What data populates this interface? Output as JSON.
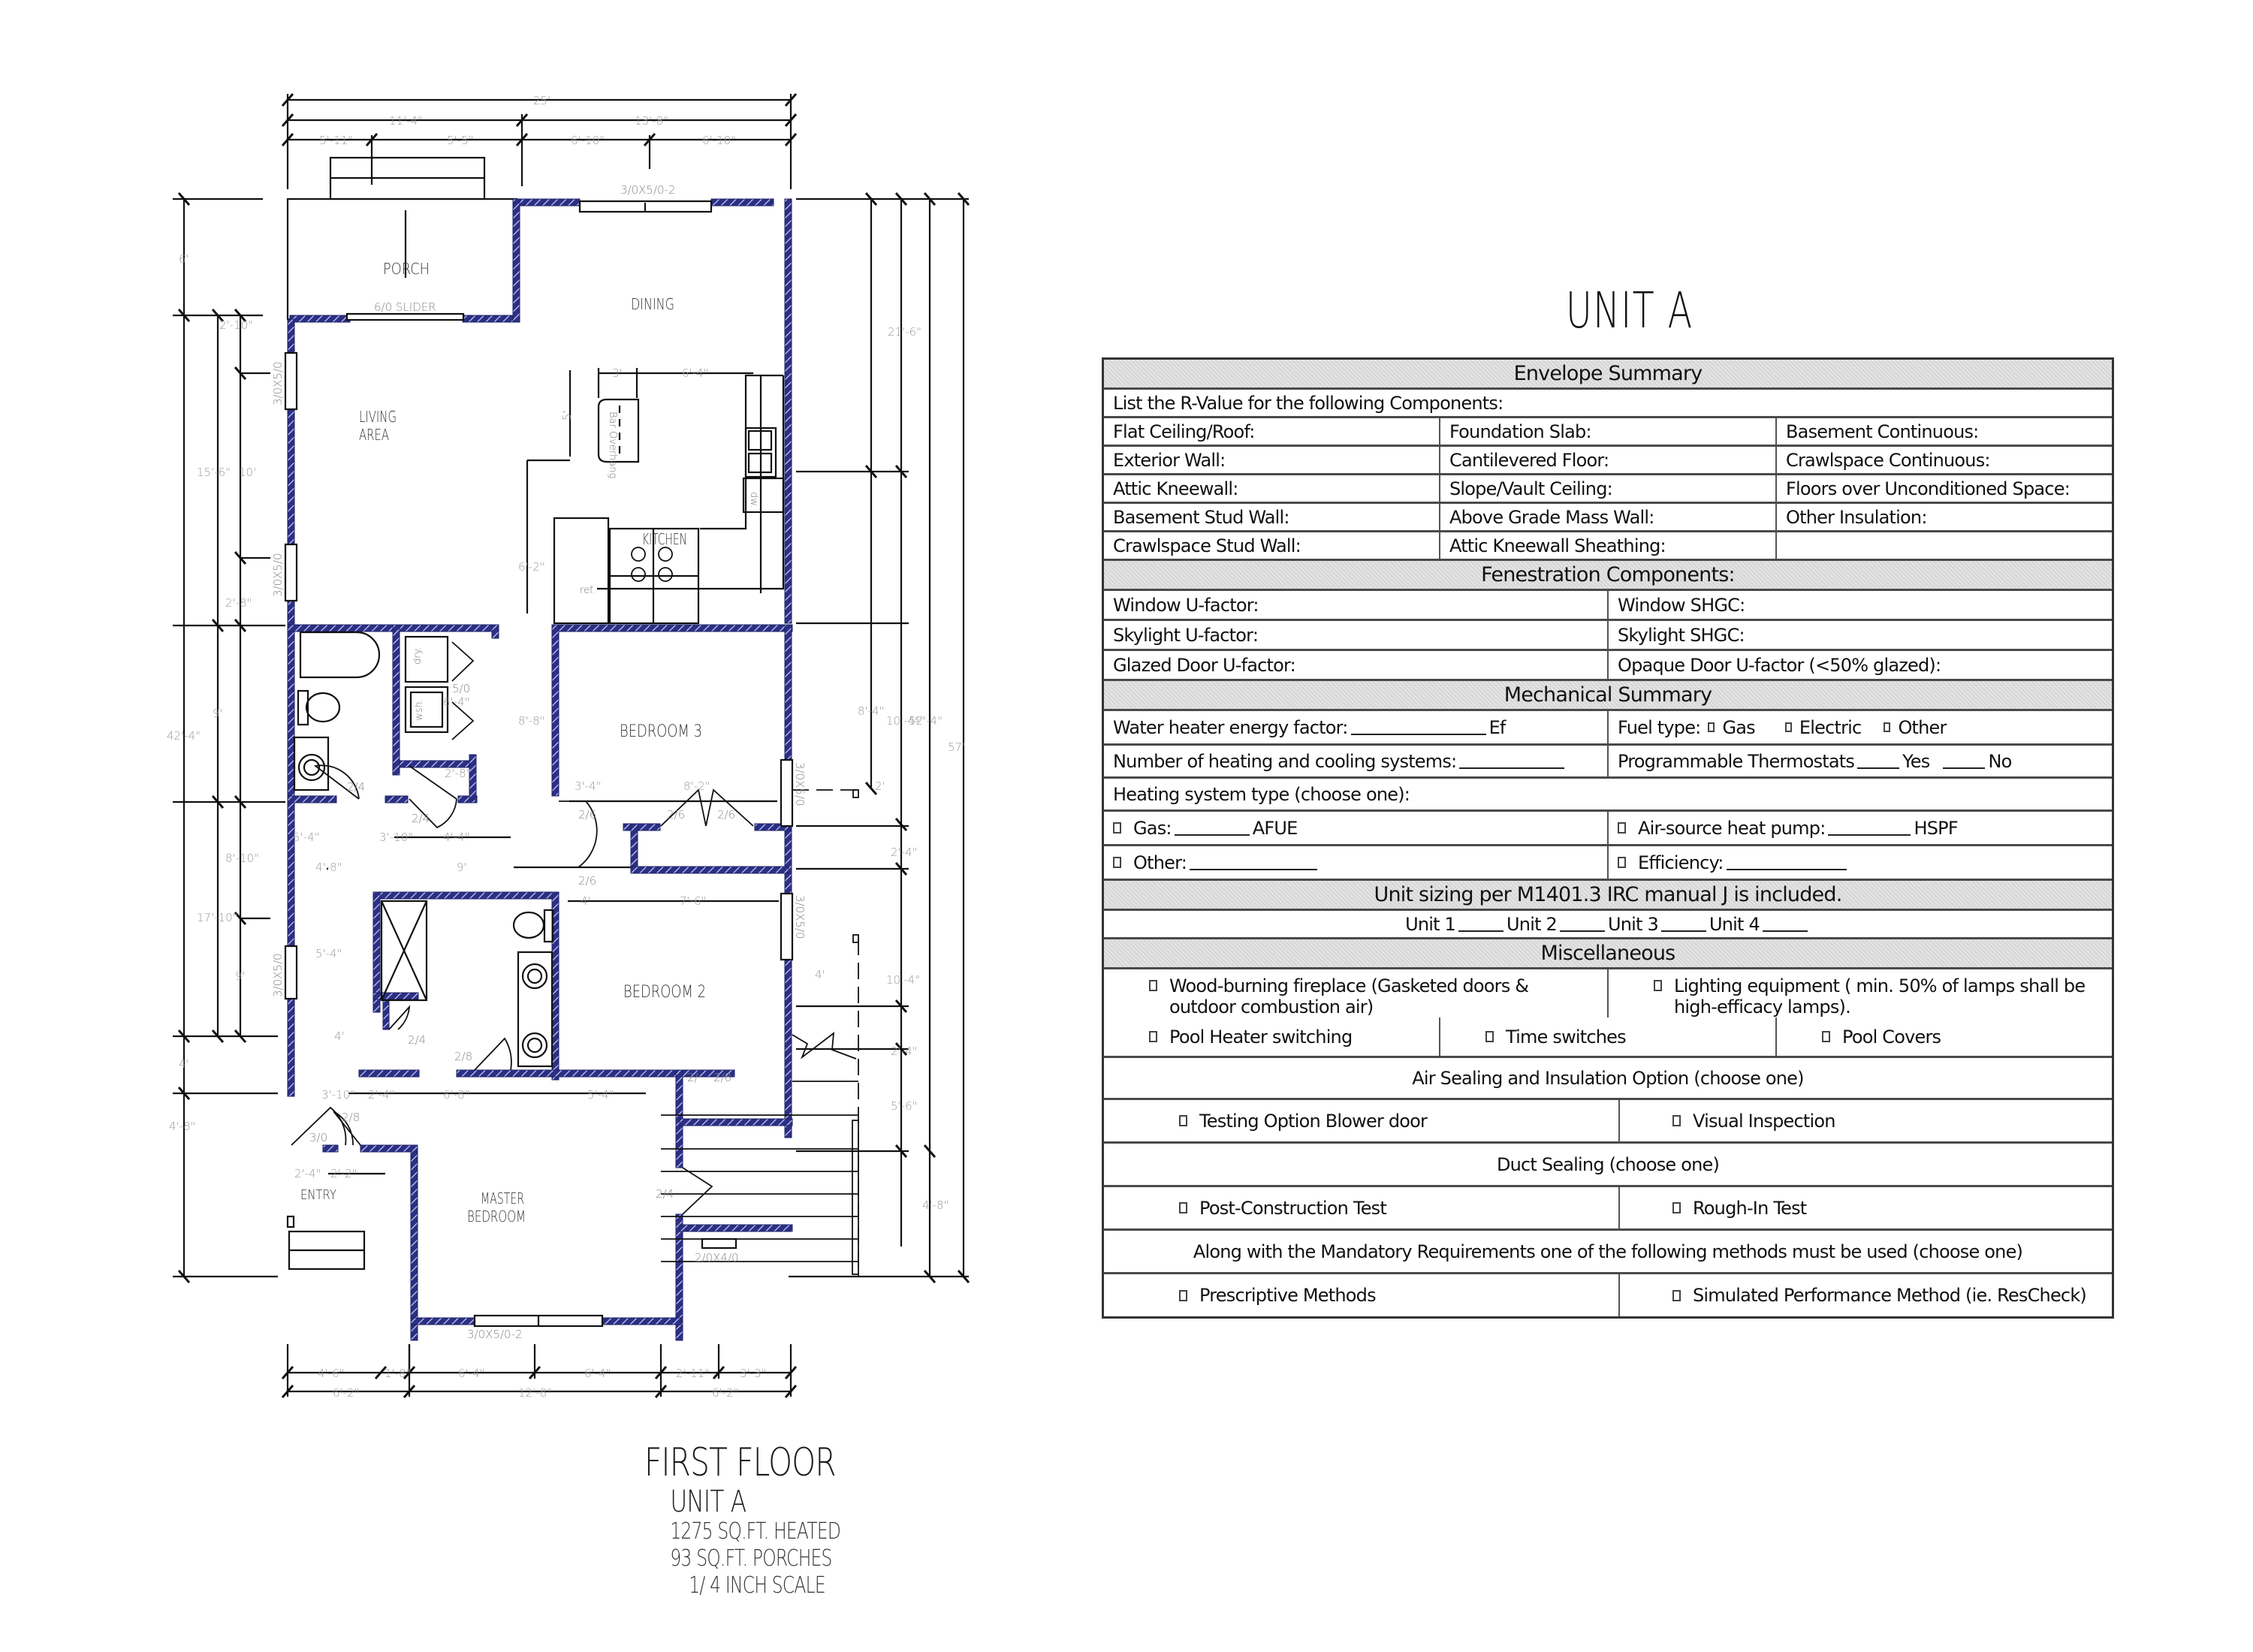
{
  "floor_plan": {
    "title": "FIRST FLOOR",
    "unit": "UNIT A",
    "heated_area": "1275 SQ.FT. HEATED",
    "porch_area": "93 SQ.FT. PORCHES",
    "scale": "1/ 4 INCH SCALE",
    "wall_color": "#2b2f86",
    "rooms": {
      "porch": "PORCH",
      "dining": "DINING",
      "living_1": "LIVING",
      "living_2": "AREA",
      "kitchen": "KITCHEN",
      "bedroom3": "BEDROOM 3",
      "bedroom2": "BEDROOM 2",
      "master_1": "MASTER",
      "master_2": "BEDROOM",
      "entry": "ENTRY"
    },
    "fixtures": {
      "ref": "ref.",
      "dw": "dw.",
      "dry": "dry.",
      "wsh": "wsh.",
      "bar_overhang": "Bar Overhang"
    },
    "openings": {
      "top_window": "3/0X5/0-2",
      "porch_slider": "6/0 SLIDER",
      "living_window_upper": "3/0X5/0",
      "living_window_lower": "3/0X5/0",
      "left_window_lower": "3/0X5/0",
      "bed3_window": "3/0X5/0",
      "bed2_window": "3/0X5/0",
      "master_window": "3/0X5/0-2",
      "stair_window": "2/0X4/0",
      "laundry_door": "5/0",
      "bath_door": "2/4",
      "closet_door": "2/4",
      "hall_door_upper": "2/6",
      "hall_door_lower": "2/6",
      "closet_bifold_a": "2/6",
      "closet_bifold_b": "2/6",
      "hall_door_mid": "2/6",
      "master_bath_door": "2/8",
      "master_closet_door": "2/4",
      "entry_door": "3/0",
      "master_door": "2/8",
      "master_right_door": "2/4",
      "bed2_closet_door_a": "2/",
      "bed2_closet_door_b": "2/8"
    },
    "dimensions": {
      "top_overall": "25'",
      "top_mid_left": "11'-4\"",
      "top_mid_right": "13'-8\"",
      "top_a": "5'-11\"",
      "top_b": "5'-5\"",
      "top_c": "6'-10\"",
      "top_d": "6'-10\"",
      "bottom_a": "4'-6\"",
      "bottom_b": "1'-8\"",
      "bottom_c": "6'-4\"",
      "bottom_d": "6'-4\"",
      "bottom_e": "2'-11\"",
      "bottom_f": "3'-3\"",
      "bottom_total_a": "6'-2\"",
      "bottom_total_b": "12'-8\"",
      "bottom_total_c": "6'-2\"",
      "left_porch": "6'",
      "left_living_a": "2'-10\"",
      "left_living_b": "10'",
      "left_living_c": "2'-8\"",
      "left_living_total": "15'-6\"",
      "left_bath": "9'",
      "left_overall": "42'-4\"",
      "left_hall_a": "8'-10\"",
      "left_hall_b": "9'",
      "left_hall_total": "17'-10\"",
      "left_entry": "4'",
      "left_steps": "4'-8\"",
      "right_kitchen": "21'-6\"",
      "right_bed3": "8'-4\"",
      "right_bed3_total": "10'-4\"",
      "right_2a": "2'",
      "right_24a": "2'-4\"",
      "right_overall": "52'-4\"",
      "right_57": "57'",
      "right_bed2": "10'-4\"",
      "right_24b": "2'-4\"",
      "right_stair": "5'-6\"",
      "right_bottom": "4'-8\"",
      "island_w": "3'",
      "island_gap": "6'-4\"",
      "island_h": "5'",
      "kitchen_h": "6'-2\"",
      "laundry_w": "6'-4\"",
      "closet_h": "2'-8\"",
      "bed3_closet_h": "8'-8\"",
      "hall_a": "5'-4\"",
      "hall_b": "3'-10\"",
      "hall_c": "4'-4\"",
      "hall_d": "3'-4\"",
      "bed3_closet_w": "8'-2\"",
      "hall_e": "4'-8\"",
      "mbath_w": "9'",
      "hall_f": "4'",
      "bed2_closet_w": "7'-6\"",
      "mbath_h": "5'-4\"",
      "stair_w": "4'",
      "mcloset_h": "4'",
      "m_a": "3'-10\"",
      "m_b": "2'-4\"",
      "m_c": "6'-8\"",
      "m_d": "5'-4\"",
      "entry_a": "2'-4\"",
      "entry_b": "2'-2\"",
      "right_10_4_5": "10'-4⁵\""
    }
  },
  "form": {
    "title": "UNIT A",
    "envelope": {
      "header": "Envelope Summary",
      "intro": "List the R-Value for the following Components:",
      "rows": [
        [
          "Flat Ceiling/Roof:",
          "Foundation Slab:",
          "Basement Continuous:"
        ],
        [
          "Exterior Wall:",
          "Cantilevered Floor:",
          "Crawlspace Continuous:"
        ],
        [
          "Attic Kneewall:",
          "Slope/Vault Ceiling:",
          "Floors over Unconditioned Space:"
        ],
        [
          "Basement Stud Wall:",
          "Above Grade Mass Wall:",
          "Other Insulation:"
        ],
        [
          "Crawlspace Stud Wall:",
          "Attic Kneewall Sheathing:",
          ""
        ]
      ]
    },
    "fenestration": {
      "header": "Fenestration Components:",
      "rows": [
        [
          "Window U-factor:",
          "Window SHGC:"
        ],
        [
          "Skylight U-factor:",
          "Skylight SHGC:"
        ],
        [
          "Glazed Door U-factor:",
          "Opaque Door U-factor (<50% glazed):"
        ]
      ]
    },
    "mechanical": {
      "header": "Mechanical Summary",
      "water_heater_label": "Water heater energy factor:",
      "water_heater_unit": "Ef",
      "fuel_type_label": "Fuel type:",
      "fuel_options": [
        "Gas",
        "Electric",
        "Other"
      ],
      "num_systems_label": "Number of heating and cooling systems:",
      "thermostat_label": "Programmable Thermostats",
      "thermostat_yes": "Yes",
      "thermostat_no": "No",
      "heating_type_label": "Heating system type (choose one):",
      "gas_label": "Gas:",
      "gas_unit": "AFUE",
      "heat_pump_label": "Air-source heat pump:",
      "heat_pump_unit": "HSPF",
      "other_label": "Other:",
      "efficiency_label": "Efficiency:"
    },
    "sizing": {
      "header": "Unit sizing per M1401.3 IRC manual J is included.",
      "units": [
        "Unit 1",
        "Unit 2",
        "Unit 3",
        "Unit 4"
      ]
    },
    "misc": {
      "header": "Miscellaneous",
      "fireplace_1": "Wood-burning fireplace (Gasketed doors &",
      "fireplace_2": "outdoor combustion air)",
      "lighting_1": "Lighting equipment ( min. 50% of lamps shall be",
      "lighting_2": "high-efficacy lamps).",
      "pool_heater": "Pool Heater switching",
      "time_switches": "Time switches",
      "pool_covers": "Pool Covers"
    },
    "air_sealing": {
      "header": "Air Sealing and Insulation Option (choose one)",
      "option_a": "Testing Option Blower door",
      "option_b": "Visual Inspection"
    },
    "duct_sealing": {
      "header": "Duct Sealing (choose one)",
      "option_a": "Post-Construction Test",
      "option_b": "Rough-In Test"
    },
    "methods": {
      "header": "Along with the Mandatory Requirements one of the following methods must be used (choose one)",
      "option_a": "Prescriptive Methods",
      "option_b": "Simulated Performance Method (ie. ResCheck)"
    }
  }
}
